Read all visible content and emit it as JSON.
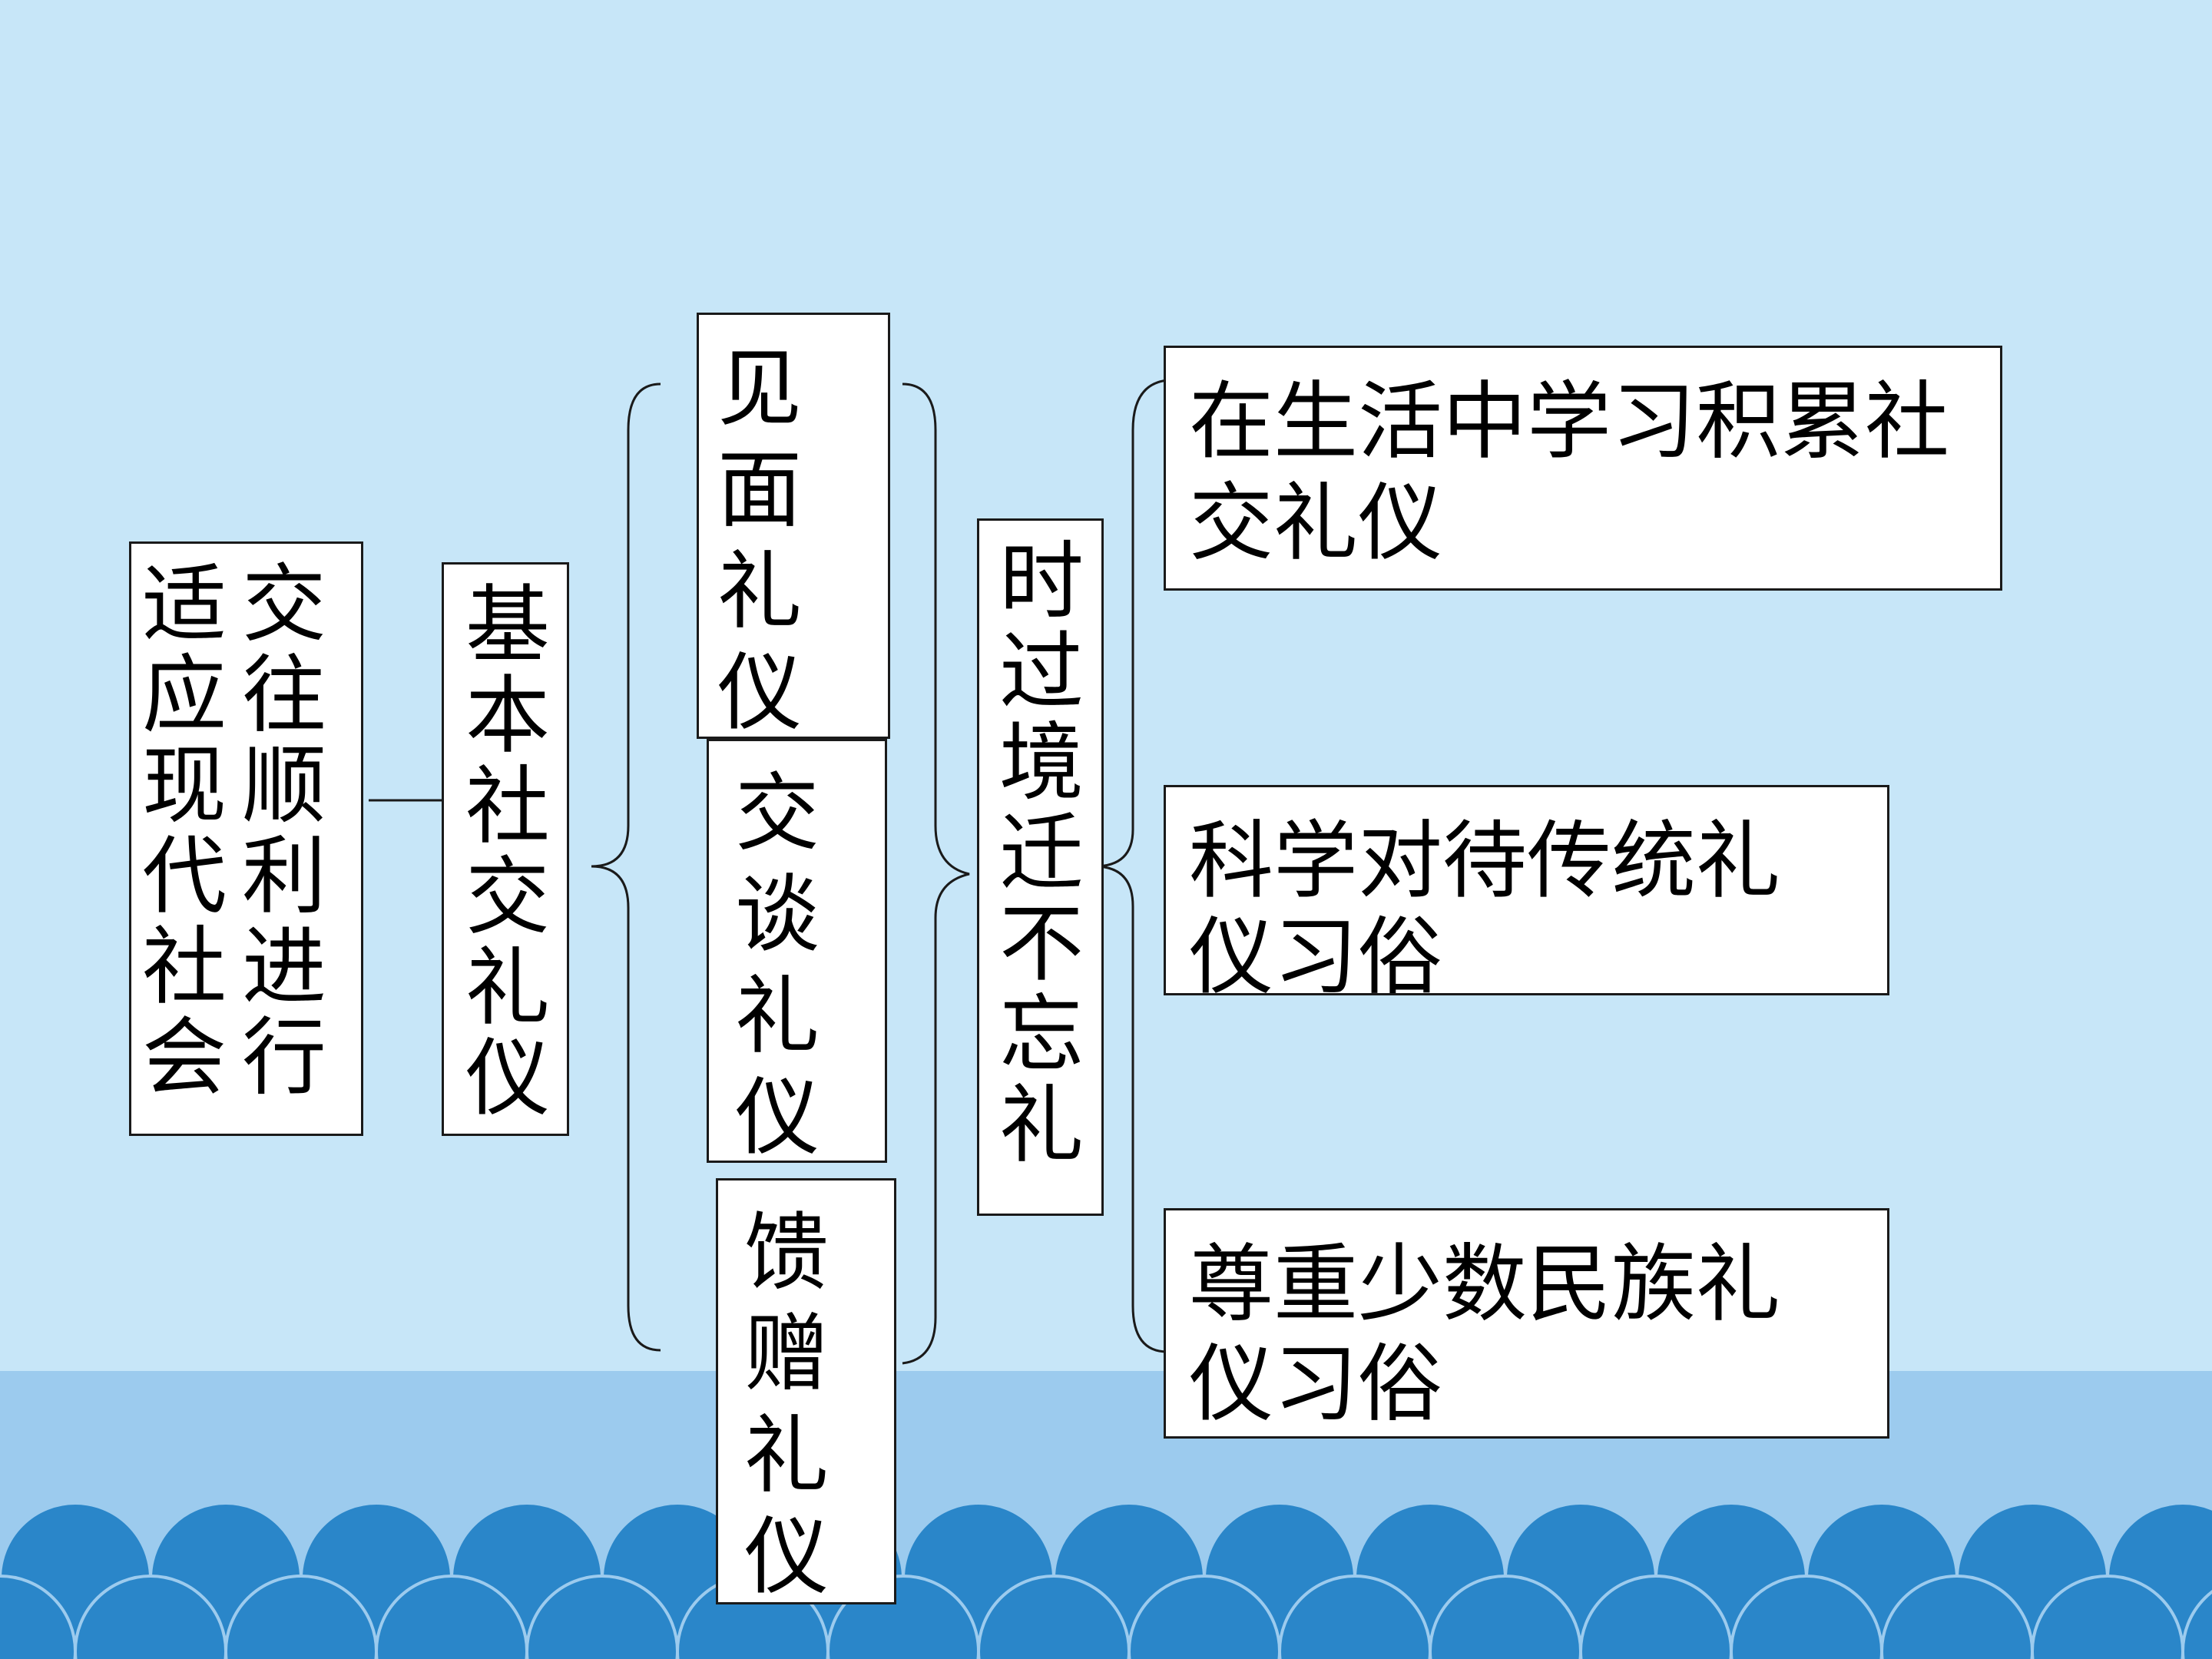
{
  "diagram": {
    "root": {
      "line1": "交往顺利进行",
      "line2": "适应现代社会"
    },
    "basic": "基本社交礼仪",
    "level2": [
      {
        "label": "见面礼仪"
      },
      {
        "label": "交谈礼仪"
      },
      {
        "label": "馈赠礼仪"
      }
    ],
    "timeless": "时过境迁不忘礼",
    "level4": [
      {
        "line1": "在生活中学习积累社",
        "line2": "交礼仪"
      },
      {
        "line1": "科学对待传统礼",
        "line2": "仪习俗"
      },
      {
        "line1": "尊重少数民族礼",
        "line2": "仪习俗"
      }
    ]
  },
  "colors": {
    "sky": "#c7e6f8",
    "sea": "#9ccbee",
    "waves": "#2a86c9",
    "box_border": "#1a1a1a"
  }
}
